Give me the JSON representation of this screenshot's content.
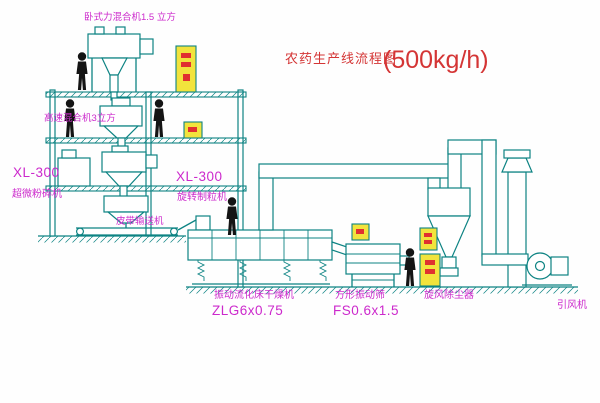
{
  "title": {
    "line": "农药生产线流程图",
    "capacity": "(500kg/h)"
  },
  "labels": {
    "horizontal_mixer": "卧式力混合机1.5 立方",
    "high_speed_mixer": "高速混合机3立方",
    "mill_model": "XL-300",
    "mill_name": "超微粉碎机",
    "granulator_model": "XL-300",
    "granulator_name": "旋转制粒机",
    "belt_conveyor": "皮带输送机",
    "dryer_name": "振动流化床干燥机",
    "dryer_model": "ZLG6x0.75",
    "screen_name": "方形振动筛",
    "screen_model": "FS0.6x1.5",
    "cyclone_name": "旋风除尘器",
    "fan_name": "引风机"
  },
  "colors": {
    "line": "#0d8383",
    "label": "#cc29cc",
    "title": "#d43535",
    "cabinet": "#f2e33c",
    "mark": "#e03030",
    "figure": "#141414",
    "background": "#fefefe"
  }
}
